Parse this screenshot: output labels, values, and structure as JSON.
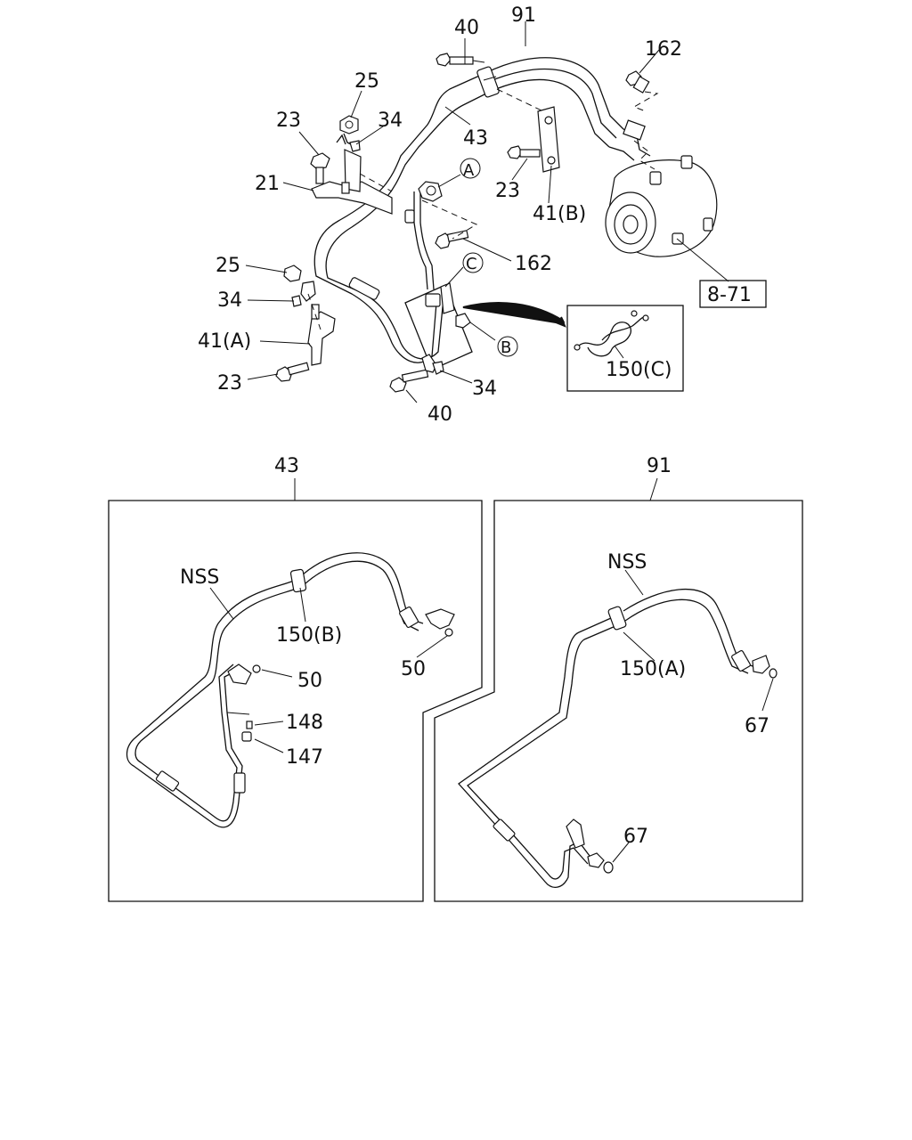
{
  "labels": {
    "l40_top": "40",
    "l91_top": "91",
    "l162_top": "162",
    "l25_top": "25",
    "l23_top": "23",
    "l34_top": "34",
    "l43_top": "43",
    "l21": "21",
    "cA": "A",
    "l23_mid": "23",
    "l41b": "41(B)",
    "l162_mid": "162",
    "cC": "C",
    "l25_mid": "25",
    "l34_mid": "34",
    "l41a": "41(A)",
    "cB": "B",
    "l23_bot": "23",
    "l34_bot": "34",
    "l40_bot": "40",
    "l150c": "150(C)",
    "ref_871": "8-71",
    "p43_header": "43",
    "p91_header": "91",
    "p43_nss": "NSS",
    "p43_150b": "150(B)",
    "p43_50a": "50",
    "p43_50b": "50",
    "p43_148": "148",
    "p43_147": "147",
    "p91_nss": "NSS",
    "p91_150a": "150(A)",
    "p91_67a": "67",
    "p91_67b": "67"
  }
}
